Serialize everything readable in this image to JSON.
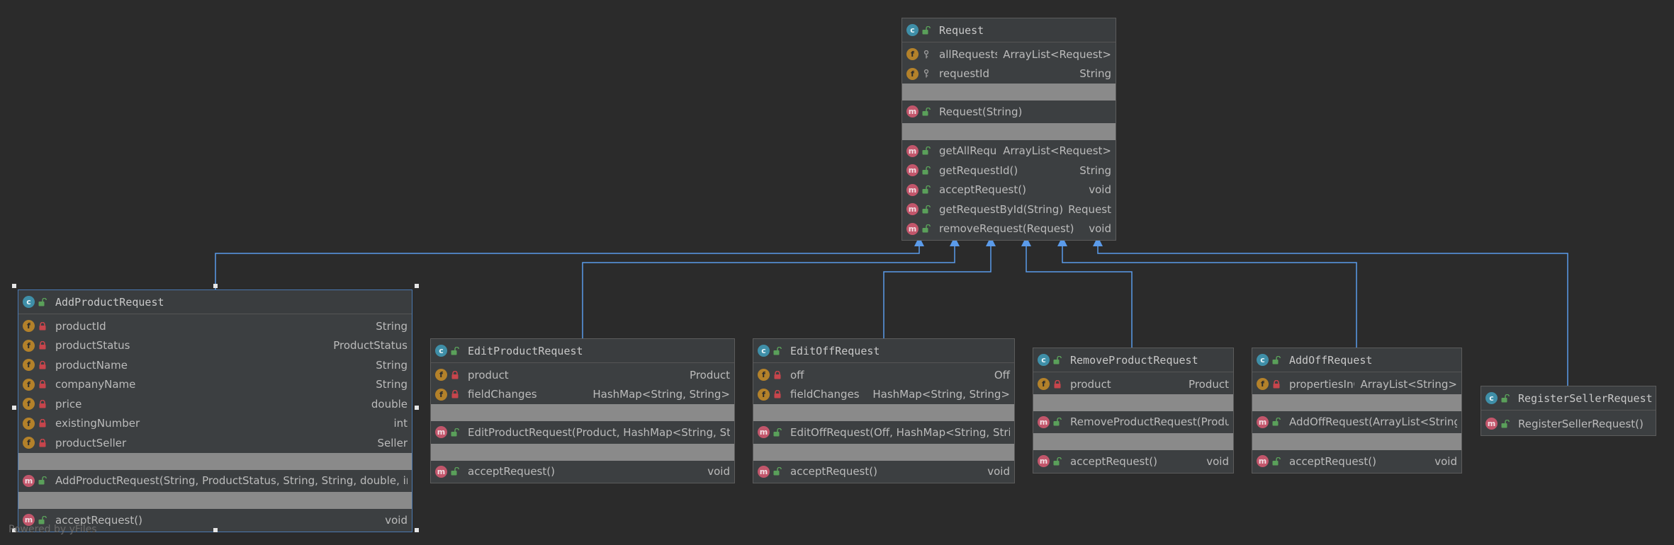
{
  "watermark": "Powered by yFiles",
  "colors": {
    "background": "#2b2b2b",
    "node_fill": "#3c3f41",
    "edge": "#5b9bea",
    "class_badge": "#3f8fa8",
    "field_badge": "#b3812a",
    "method_badge": "#c2566b",
    "public_lock": "#5aa05a",
    "private_lock": "#c7454c"
  },
  "classes": {
    "request": {
      "name": "Request",
      "fields": [
        {
          "name": "allRequests",
          "type": "ArrayList<Request>",
          "badge": "f",
          "visibility": "static-package"
        },
        {
          "name": "requestId",
          "type": "String",
          "badge": "f",
          "visibility": "package"
        }
      ],
      "constructors": [
        {
          "name": "Request(String)",
          "type": "",
          "badge": "m",
          "visibility": "public"
        }
      ],
      "methods": [
        {
          "name": "getAllRequests()",
          "type": "ArrayList<Request>",
          "badge": "m",
          "visibility": "public",
          "static": true
        },
        {
          "name": "getRequestId()",
          "type": "String",
          "badge": "m",
          "visibility": "public"
        },
        {
          "name": "acceptRequest()",
          "type": "void",
          "badge": "m",
          "visibility": "public"
        },
        {
          "name": "getRequestById(String)",
          "type": "Request",
          "badge": "m",
          "visibility": "public",
          "static": true
        },
        {
          "name": "removeRequest(Request)",
          "type": "void",
          "badge": "m",
          "visibility": "public",
          "static": true
        }
      ]
    },
    "add_product_request": {
      "name": "AddProductRequest",
      "fields": [
        {
          "name": "productId",
          "type": "String",
          "badge": "f",
          "visibility": "private"
        },
        {
          "name": "productStatus",
          "type": "ProductStatus",
          "badge": "f",
          "visibility": "private"
        },
        {
          "name": "productName",
          "type": "String",
          "badge": "f",
          "visibility": "private"
        },
        {
          "name": "companyName",
          "type": "String",
          "badge": "f",
          "visibility": "private"
        },
        {
          "name": "price",
          "type": "double",
          "badge": "f",
          "visibility": "private"
        },
        {
          "name": "existingNumber",
          "type": "int",
          "badge": "f",
          "visibility": "private"
        },
        {
          "name": "productSeller",
          "type": "Seller",
          "badge": "f",
          "visibility": "private"
        }
      ],
      "constructors": [
        {
          "name": "AddProductRequest(String, ProductStatus, String, String, double, int, Seller)",
          "type": "",
          "badge": "m",
          "visibility": "public"
        }
      ],
      "methods": [
        {
          "name": "acceptRequest()",
          "type": "void",
          "badge": "m",
          "visibility": "public"
        }
      ]
    },
    "edit_product_request": {
      "name": "EditProductRequest",
      "fields": [
        {
          "name": "product",
          "type": "Product",
          "badge": "f",
          "visibility": "private"
        },
        {
          "name": "fieldChanges",
          "type": "HashMap<String, String>",
          "badge": "f",
          "visibility": "private"
        }
      ],
      "constructors": [
        {
          "name": "EditProductRequest(Product, HashMap<String, String>)",
          "type": "",
          "badge": "m",
          "visibility": "public"
        }
      ],
      "methods": [
        {
          "name": "acceptRequest()",
          "type": "void",
          "badge": "m",
          "visibility": "public"
        }
      ]
    },
    "edit_off_request": {
      "name": "EditOffRequest",
      "fields": [
        {
          "name": "off",
          "type": "Off",
          "badge": "f",
          "visibility": "private"
        },
        {
          "name": "fieldChanges",
          "type": "HashMap<String, String>",
          "badge": "f",
          "visibility": "private"
        }
      ],
      "constructors": [
        {
          "name": "EditOffRequest(Off, HashMap<String, String>)",
          "type": "",
          "badge": "m",
          "visibility": "public"
        }
      ],
      "methods": [
        {
          "name": "acceptRequest()",
          "type": "void",
          "badge": "m",
          "visibility": "public"
        }
      ]
    },
    "remove_product_request": {
      "name": "RemoveProductRequest",
      "fields": [
        {
          "name": "product",
          "type": "Product",
          "badge": "f",
          "visibility": "private"
        }
      ],
      "constructors": [
        {
          "name": "RemoveProductRequest(Product)",
          "type": "",
          "badge": "m",
          "visibility": "public"
        }
      ],
      "methods": [
        {
          "name": "acceptRequest()",
          "type": "void",
          "badge": "m",
          "visibility": "public"
        }
      ]
    },
    "add_off_request": {
      "name": "AddOffRequest",
      "fields": [
        {
          "name": "propertiesInOrder",
          "type": "ArrayList<String>",
          "badge": "f",
          "visibility": "private"
        }
      ],
      "constructors": [
        {
          "name": "AddOffRequest(ArrayList<String>)",
          "type": "",
          "badge": "m",
          "visibility": "public"
        }
      ],
      "methods": [
        {
          "name": "acceptRequest()",
          "type": "void",
          "badge": "m",
          "visibility": "public"
        }
      ]
    },
    "register_seller_request": {
      "name": "RegisterSellerRequest",
      "fields": [],
      "constructors": [
        {
          "name": "RegisterSellerRequest()",
          "type": "",
          "badge": "m",
          "visibility": "public"
        }
      ],
      "methods": []
    }
  },
  "inheritance": [
    {
      "from": "add_product_request",
      "to": "request"
    },
    {
      "from": "edit_product_request",
      "to": "request"
    },
    {
      "from": "edit_off_request",
      "to": "request"
    },
    {
      "from": "remove_product_request",
      "to": "request"
    },
    {
      "from": "add_off_request",
      "to": "request"
    },
    {
      "from": "register_seller_request",
      "to": "request"
    }
  ]
}
